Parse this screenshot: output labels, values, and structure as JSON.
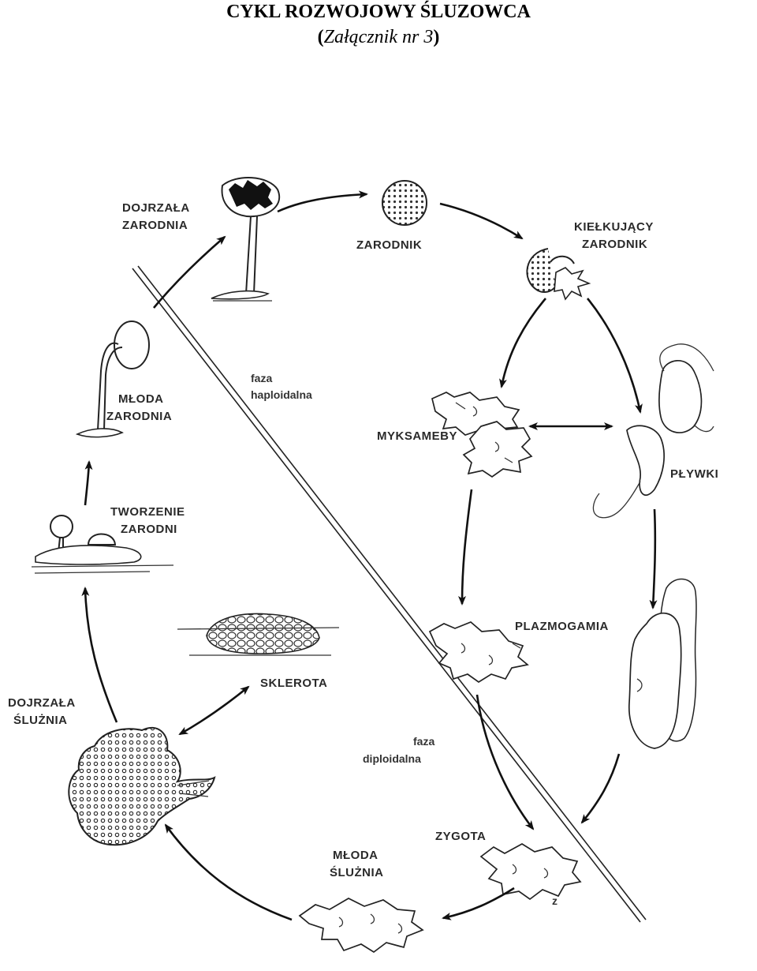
{
  "header": {
    "title": "CYKL ROZWOJOWY ŚLUZOWCA",
    "subtitle_open": "(",
    "subtitle_text": "Załącznik nr 3",
    "subtitle_close": ")"
  },
  "labels": {
    "dojrzala_zarodnia": [
      "DOJRZAŁA",
      "ZARODNIA"
    ],
    "zarodnik": "ZARODNIK",
    "kielkujacy_zarodnik": [
      "KIEŁKUJĄCY",
      "ZARODNIK"
    ],
    "faza_haploidalna": [
      "faza",
      "haploidalna"
    ],
    "mloda_zarodnia": [
      "MŁODA",
      "ZARODNIA"
    ],
    "myksameby": "MYKSAMEBY",
    "plywki": "PŁYWKI",
    "tworzenie_zarodni": [
      "TWORZENIE",
      "ZARODNI"
    ],
    "plazmogamia": "PLAZMOGAMIA",
    "sklerota": "SKLEROTA",
    "dojrzala_sluznia": [
      "DOJRZAŁA",
      "ŚLUŻNIA"
    ],
    "faza_diploidalna": [
      "faza",
      "diploidalna"
    ],
    "zygota": "ZYGOTA",
    "mloda_sluznia": [
      "MŁODA",
      "ŚLUŻNIA"
    ],
    "zygota_mark": "z"
  },
  "colors": {
    "ink": "#222222",
    "background": "#ffffff"
  }
}
